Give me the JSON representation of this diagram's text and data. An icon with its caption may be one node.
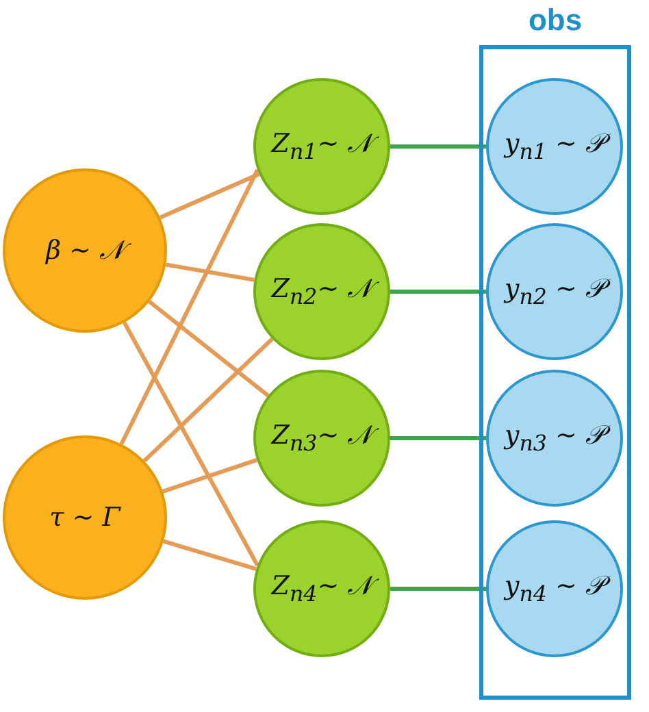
{
  "diagram": {
    "nodes": [
      {
        "text": [
          "β ∼ 𝒩"
        ]
      },
      {
        "text": [
          "τ ∼ Γ"
        ]
      },
      {
        "text": [
          "Z$_{n1}$∼ 𝒩"
        ]
      },
      {
        "text": [
          "Z$_{n2}$∼ 𝒩"
        ]
      },
      {
        "text": [
          "Z$_{n3}$∼ 𝒩"
        ]
      },
      {
        "text": [
          "Z$_{n4}$∼ 𝒩"
        ]
      },
      {
        "text": [
          "obs"
        ]
      },
      {
        "text": [
          "y$_{n1}$ ∼ 𝒫"
        ],
        "in": 6
      },
      {
        "text": [
          "y$_{n2}$ ∼ 𝒫"
        ],
        "in": 6
      },
      {
        "text": [
          "y$_{n3}$ ∼ 𝒫"
        ],
        "in": 6
      },
      {
        "text": [
          "y$_{n4}$ ∼ 𝒫"
        ],
        "in": 6
      }
    ],
    "edges": [
      {
        "from": 0,
        "to": 2,
        "arrow": "none"
      },
      {
        "from": 0,
        "to": 3,
        "arrow": "none"
      },
      {
        "from": 0,
        "to": 4,
        "arrow": "none"
      },
      {
        "from": 0,
        "to": 5,
        "arrow": "none"
      },
      {
        "from": 1,
        "to": 2,
        "arrow": "none"
      },
      {
        "from": 1,
        "to": 3,
        "arrow": "none"
      },
      {
        "from": 1,
        "to": 4,
        "arrow": "none"
      },
      {
        "from": 1,
        "to": 5,
        "arrow": "none"
      },
      {
        "from": 2,
        "to": 7,
        "arrow": "none",
        "color": "#3aa64a"
      },
      {
        "from": 3,
        "to": 8,
        "arrow": "none",
        "color": "#3aa64a"
      },
      {
        "from": 4,
        "to": 9,
        "arrow": "none",
        "color": "#3aa64a"
      },
      {
        "from": 5,
        "to": 10,
        "arrow": "none",
        "color": "#3aa64a"
      }
    ]
  }
}
